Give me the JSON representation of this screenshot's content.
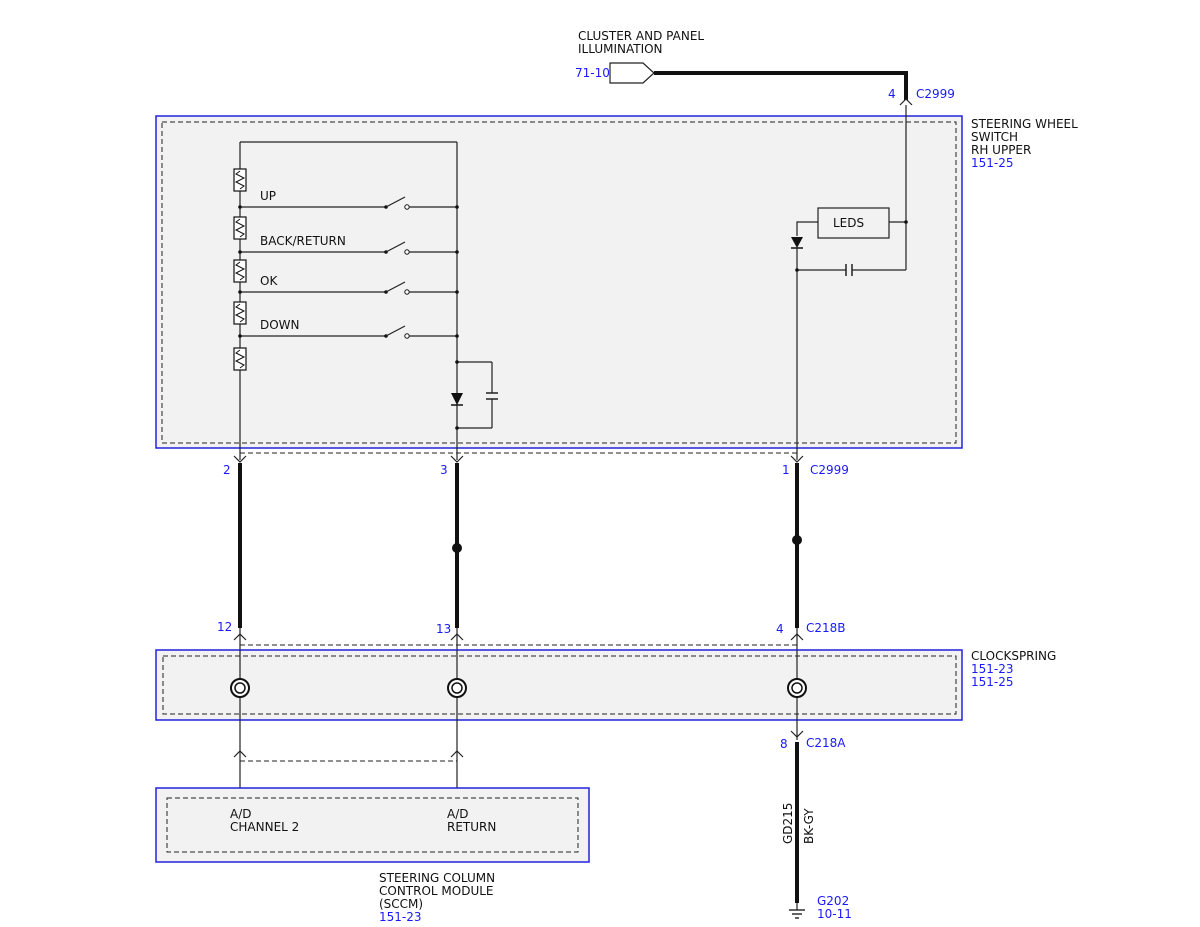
{
  "top_source": {
    "title_line1": "CLUSTER AND PANEL",
    "title_line2": "ILLUMINATION",
    "ref": "71-10",
    "pin": "4",
    "connector": "C2999"
  },
  "switch_module": {
    "name_line1": "STEERING WHEEL",
    "name_line2": "SWITCH",
    "name_line3": "RH UPPER",
    "ref": "151-25",
    "buttons": [
      "UP",
      "BACK/RETURN",
      "OK",
      "DOWN"
    ],
    "leds_label": "LEDS"
  },
  "switch_pins": {
    "pin_a": "2",
    "pin_b": "3",
    "pin_c": "1",
    "connector": "C2999"
  },
  "clockspring_pins_top": {
    "pin_a": "12",
    "pin_b": "13",
    "pin_c": "4",
    "connector": "C218B"
  },
  "clockspring": {
    "name": "CLOCKSPRING",
    "ref1": "151-23",
    "ref2": "151-25"
  },
  "clockspring_pins_bottom": {
    "pin_c": "8",
    "connector": "C218A"
  },
  "ground_wire": {
    "circuit": "GD215",
    "color": "BK-GY",
    "ground": "G202",
    "ref": "10-11"
  },
  "sccm": {
    "in1_line1": "A/D",
    "in1_line2": "CHANNEL 2",
    "in2_line1": "A/D",
    "in2_line2": "RETURN",
    "name_line1": "STEERING COLUMN",
    "name_line2": "CONTROL MODULE",
    "name_line3": "(SCCM)",
    "ref": "151-23"
  }
}
